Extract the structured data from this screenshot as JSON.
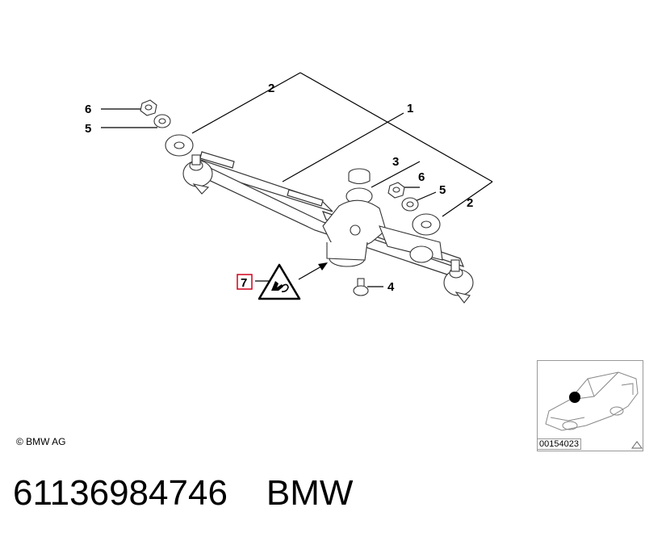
{
  "callouts": {
    "c1": "1",
    "c2_top": "2",
    "c2_right": "2",
    "c3": "3",
    "c4": "4",
    "c5_left": "5",
    "c5_right": "5",
    "c6_left": "6",
    "c6_right": "6",
    "c7": "7"
  },
  "copyright": "© BMW AG",
  "thumbnail": {
    "code": "00154023"
  },
  "footer": {
    "part_number": "61136984746",
    "brand": "BMW"
  },
  "colors": {
    "line": "#000000",
    "highlight": "#d0021b",
    "part_stroke": "#333333",
    "part_fill": "#ffffff"
  },
  "icons": [
    "warning-triangle-icon",
    "hand-pinch-icon",
    "dot-marker-icon",
    "triangle-arrow-icon"
  ]
}
